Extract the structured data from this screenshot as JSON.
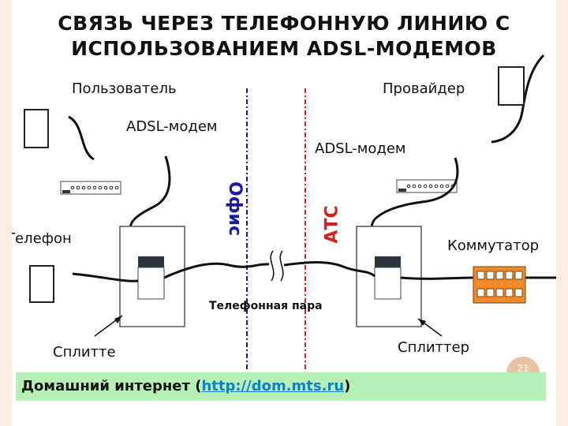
{
  "title_line1": "СВЯЗЬ ЧЕРЕЗ ТЕЛЕФОННУЮ ЛИНИЮ С",
  "title_line2": "ИСПОЛЬЗОВАНИЕМ ADSL-МОДЕМОВ",
  "labels": {
    "user": "Пользователь",
    "provider": "Провайдер",
    "modem_left": "ADSL-модем",
    "modem_right": "ADSL-модем",
    "phone": "Телефон",
    "switch": "Коммутатор",
    "splitter_left": "Сплитте",
    "splitter_right": "Сплиттер",
    "phone_pair": "Телефонная пара",
    "office": "Офис",
    "ats": "АТС"
  },
  "footer": {
    "prefix": "Домашний интернет (",
    "link": "http://dom.mts.ru",
    "suffix": ")"
  },
  "page_number": "21",
  "colors": {
    "office_line": "#1a1a9e",
    "ats_line": "#d42020",
    "switch_fill": "#f08a2a",
    "footer_bg": "#b6f0b6",
    "link": "#0b7fd1"
  }
}
